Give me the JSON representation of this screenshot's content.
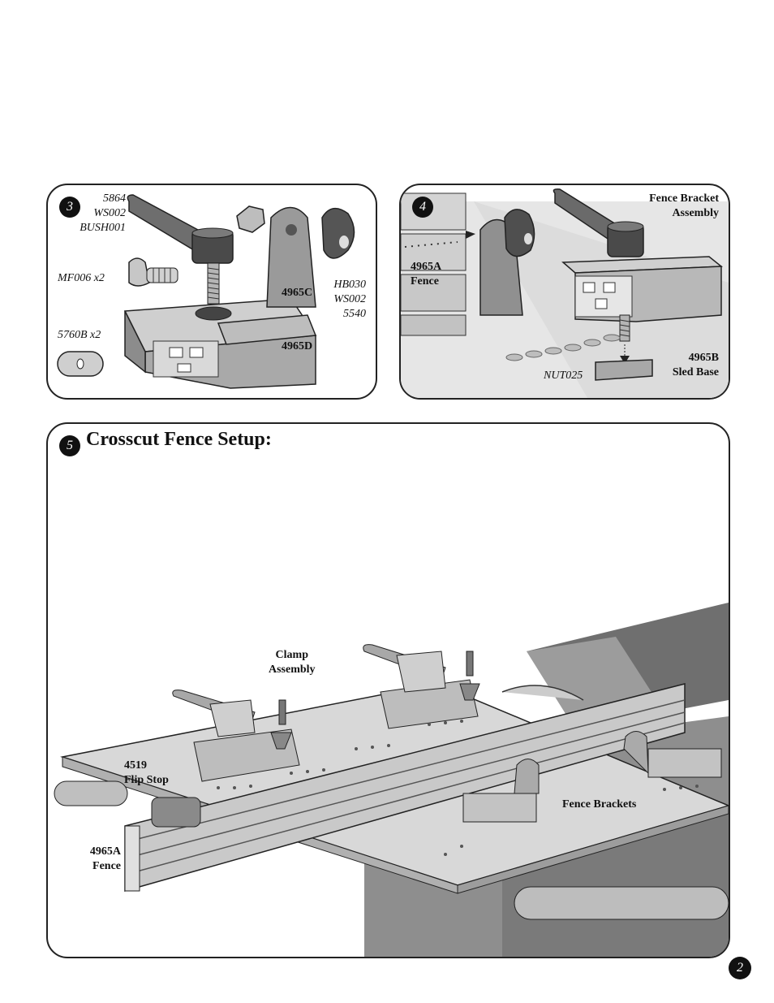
{
  "page_number": "2",
  "step3": {
    "number": "3",
    "label_group1": [
      "5864",
      "WS002",
      "BUSH001"
    ],
    "label_mf006": "MF006 x2",
    "label_5760b": "5760B x2",
    "label_4965c": "4965C",
    "label_4965d": "4965D",
    "label_group2": [
      "HB030",
      "WS002",
      "5540"
    ]
  },
  "step4": {
    "number": "4",
    "label_bracket": [
      "Fence Bracket",
      "Assembly"
    ],
    "label_fence": [
      "4965A",
      "Fence"
    ],
    "label_sledbase": [
      "4965B",
      "Sled Base"
    ],
    "label_nut": "NUT025"
  },
  "step5": {
    "number": "5",
    "title": "Crosscut Fence Setup:",
    "label_clamp": [
      "Clamp",
      "Assembly"
    ],
    "label_flipstop": [
      "4519",
      "Flip Stop"
    ],
    "label_fence": [
      "4965A",
      "Fence"
    ],
    "label_brackets": "Fence Brackets"
  }
}
